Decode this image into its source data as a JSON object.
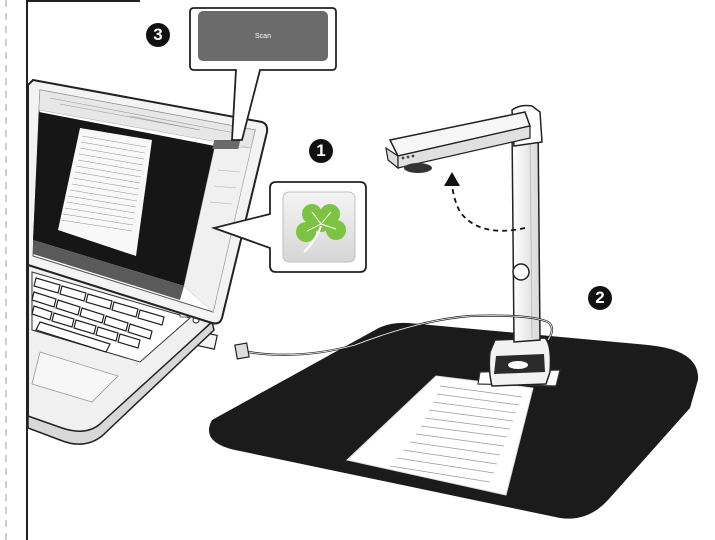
{
  "callouts": {
    "step1": "1",
    "step2": "2",
    "step3": "3"
  },
  "scan_button": {
    "label": "Scan"
  },
  "icons": {
    "app_icon": "four-leaf-clover-icon"
  },
  "colors": {
    "mat": "#1b1b1b",
    "callout_bg": "#111111",
    "scan_button_bg": "#6b6b6b",
    "clover": "#7cc243"
  }
}
